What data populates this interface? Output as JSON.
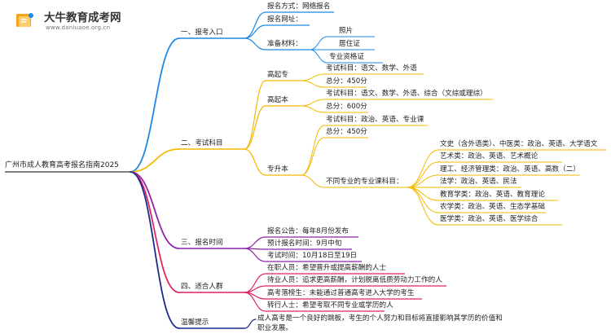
{
  "logo": {
    "title": "大牛教育成考网",
    "url": "www.daniuaoe.org.cn"
  },
  "root": "广州市成人教育高考报名指南2025",
  "colors": {
    "root_line": "#333333",
    "sec1": "#1e88e5",
    "sec2": "#f5b800",
    "sec3": "#8e24aa",
    "sec4": "#e0245e",
    "sec5": "#1a2a8c"
  },
  "sections": [
    {
      "label": "一、报考入口",
      "children": [
        {
          "label": "报名方式：网络报名"
        },
        {
          "label": "报名网址："
        },
        {
          "label": "准备材料：",
          "children": [
            {
              "label": "照片"
            },
            {
              "label": "居住证"
            },
            {
              "label": "专业资格证"
            }
          ]
        }
      ]
    },
    {
      "label": "二、考试科目",
      "children": [
        {
          "label": "高起专",
          "children": [
            {
              "label": "考试科目：语文、数学、外语"
            },
            {
              "label": "总分：450分"
            }
          ]
        },
        {
          "label": "高起本",
          "children": [
            {
              "label": "考试科目：语文、数学、外语、综合（文综或理综）"
            },
            {
              "label": "总分：600分"
            }
          ]
        },
        {
          "label": "专升本",
          "children": [
            {
              "label": "考试科目：政治、英语、专业课"
            },
            {
              "label": "总分：450分"
            },
            {
              "label": "不同专业的专业课科目：",
              "children": [
                {
                  "label": "文史（含外语类）、中医类：政治、英语、大学语文"
                },
                {
                  "label": "艺术类：政治、英语、艺术概论"
                },
                {
                  "label": "理工、经济管理类：政治、英语、高数（二）"
                },
                {
                  "label": "法学：政治、英语、民法"
                },
                {
                  "label": "教育学类：政治、英语、教育理论"
                },
                {
                  "label": "农学类：政治、英语、生态学基础"
                },
                {
                  "label": "医学类：政治、英语、医学综合"
                }
              ]
            }
          ]
        }
      ]
    },
    {
      "label": "三、报名时间",
      "children": [
        {
          "label": "报名公告：每年8月份发布"
        },
        {
          "label": "预计报名时间：9月中旬"
        },
        {
          "label": "考试时间：10月18日至19日"
        }
      ]
    },
    {
      "label": "四、适合人群",
      "children": [
        {
          "label": "在职人员：希望晋升或提高薪酬的人士"
        },
        {
          "label": "待业人员：追求更高薪酬，计划脱离低质劳动力工作的人"
        },
        {
          "label": "高考落榜生：未能通过普通高考进入大学的考生"
        },
        {
          "label": "转行人士：希望考取不同专业或学历的人"
        }
      ]
    },
    {
      "label": "温馨提示",
      "children": [
        {
          "label": "成人高考是一个良好的跳板，考生的个人努力和目标将直接影响其学历的价值和职业发展。"
        }
      ]
    }
  ]
}
